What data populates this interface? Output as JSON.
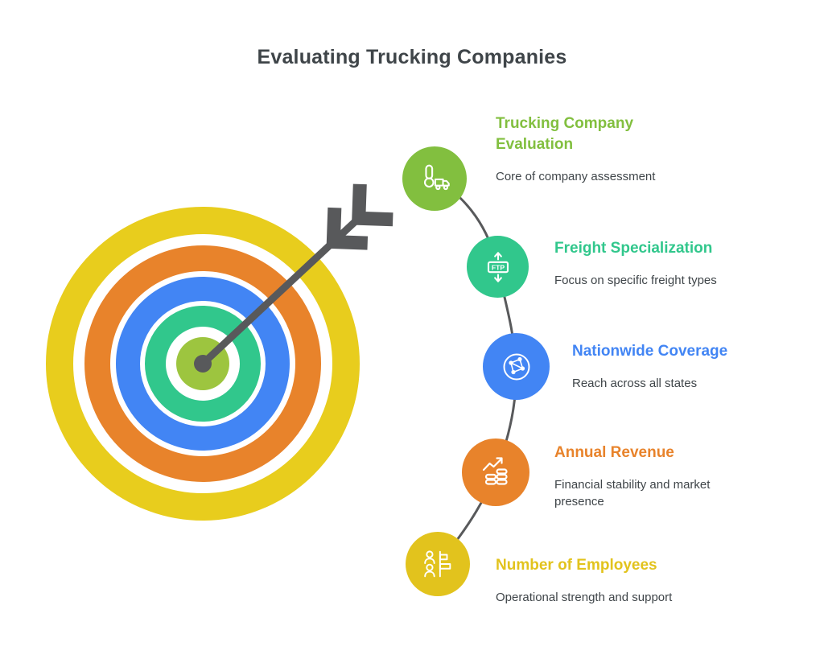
{
  "title": "Evaluating Trucking Companies",
  "title_color": "#3f4549",
  "text_color": "#3f4549",
  "stroke_color": "#58595b",
  "items": [
    {
      "heading": "Trucking Company Evaluation",
      "description": "Core of company assessment",
      "color": "#82bf3f",
      "icon": "thermometer-truck"
    },
    {
      "heading": "Freight Specialization",
      "description": "Focus on specific freight types",
      "color": "#31c78c",
      "icon": "ftp-transfer",
      "icon_label": "FTP"
    },
    {
      "heading": "Nationwide Coverage",
      "description": "Reach across all states",
      "color": "#4285f4",
      "icon": "globe-network"
    },
    {
      "heading": "Annual Revenue",
      "description": "Financial stability and market presence",
      "color": "#e8832b",
      "icon": "growth-chart-coins"
    },
    {
      "heading": "Number of Employees",
      "description": "Operational strength and support",
      "color": "#e2c31d",
      "icon": "employees-chart"
    }
  ],
  "target": {
    "rings": [
      "#e8cd1d",
      "#e8832b",
      "#4285f4",
      "#31c78c"
    ],
    "bullseye": "#9dc53f"
  }
}
